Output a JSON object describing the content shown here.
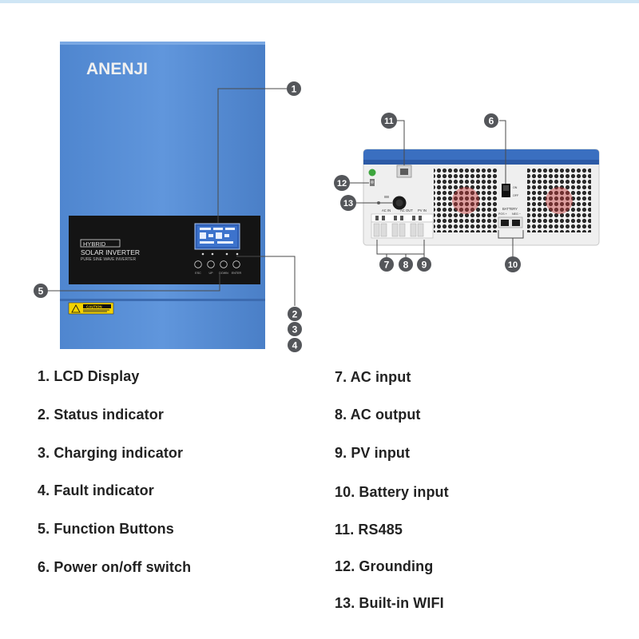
{
  "brand": {
    "logo_text": "ANENJI"
  },
  "front_panel": {
    "hybrid_label": "HYBRID",
    "product_label": "SOLAR INVERTER",
    "product_sublabel": "PURE SINE WAVE INVERTER",
    "caution_label": "CAUTION",
    "button_labels": [
      "ESC",
      "UP",
      "DOWN",
      "ENTER"
    ]
  },
  "rear_panel": {
    "switch_on": "ON",
    "switch_off": "OFF",
    "battery_label": "BATTERY",
    "pos_label": "POS +",
    "neg_label": "NEG −",
    "ac_in_label": "AC IN",
    "ac_out_label": "AC OUT",
    "pv_in_label": "PV IN"
  },
  "callouts": {
    "c1": "1",
    "c2": "2",
    "c3": "3",
    "c4": "4",
    "c5": "5",
    "c6": "6",
    "c7": "7",
    "c8": "8",
    "c9": "9",
    "c10": "10",
    "c11": "11",
    "c12": "12",
    "c13": "13"
  },
  "legend": {
    "left": [
      "1. LCD Display",
      "2. Status indicator",
      "3. Charging indicator",
      "4. Fault indicator",
      "5. Function Buttons",
      "6. Power on/off switch"
    ],
    "right": [
      "7. AC input",
      "8. AC output",
      "9. PV input",
      "10. Battery input",
      "11. RS485",
      "12. Grounding",
      "13. Built-in WIFI"
    ]
  },
  "colors": {
    "panel_blue": "#5b8fd3",
    "callout_fill": "#54565a",
    "rear_blue": "#3a6fc0"
  }
}
